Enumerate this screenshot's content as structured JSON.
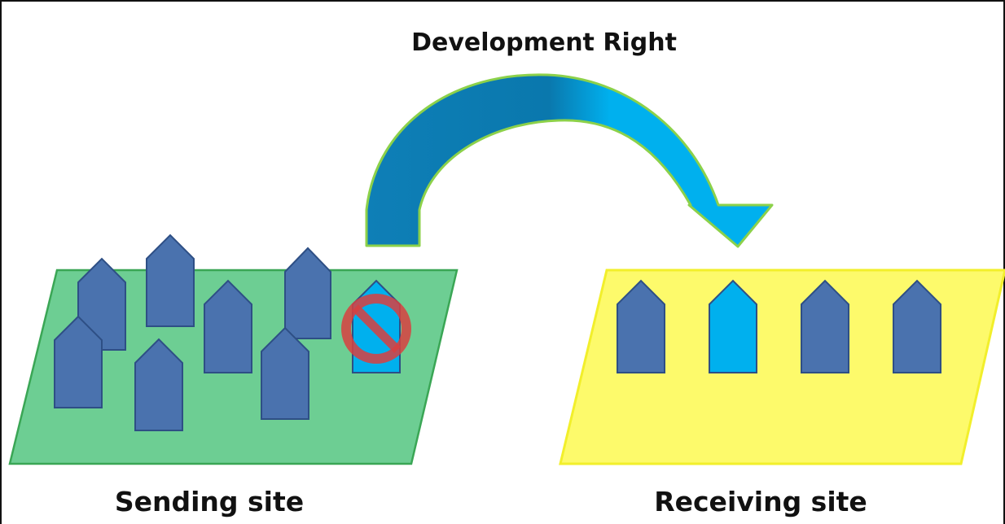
{
  "diagram": {
    "title": "Development Right",
    "sending_label": "Sending site",
    "receiving_label": "Receiving  site",
    "colors": {
      "sending_parcel": "#6dce93",
      "receiving_parcel": "#fdfa6b",
      "building": "#4a72ae",
      "transferred_building": "#00b0ee",
      "arrow_dark": "#0e7fb7",
      "arrow_light": "#00b0ee",
      "arrow_outline": "#8cd14a",
      "prohibition_sign": "#d94040"
    },
    "icons": {
      "prohibition": "no-symbol-icon",
      "building": "house-icon"
    }
  }
}
